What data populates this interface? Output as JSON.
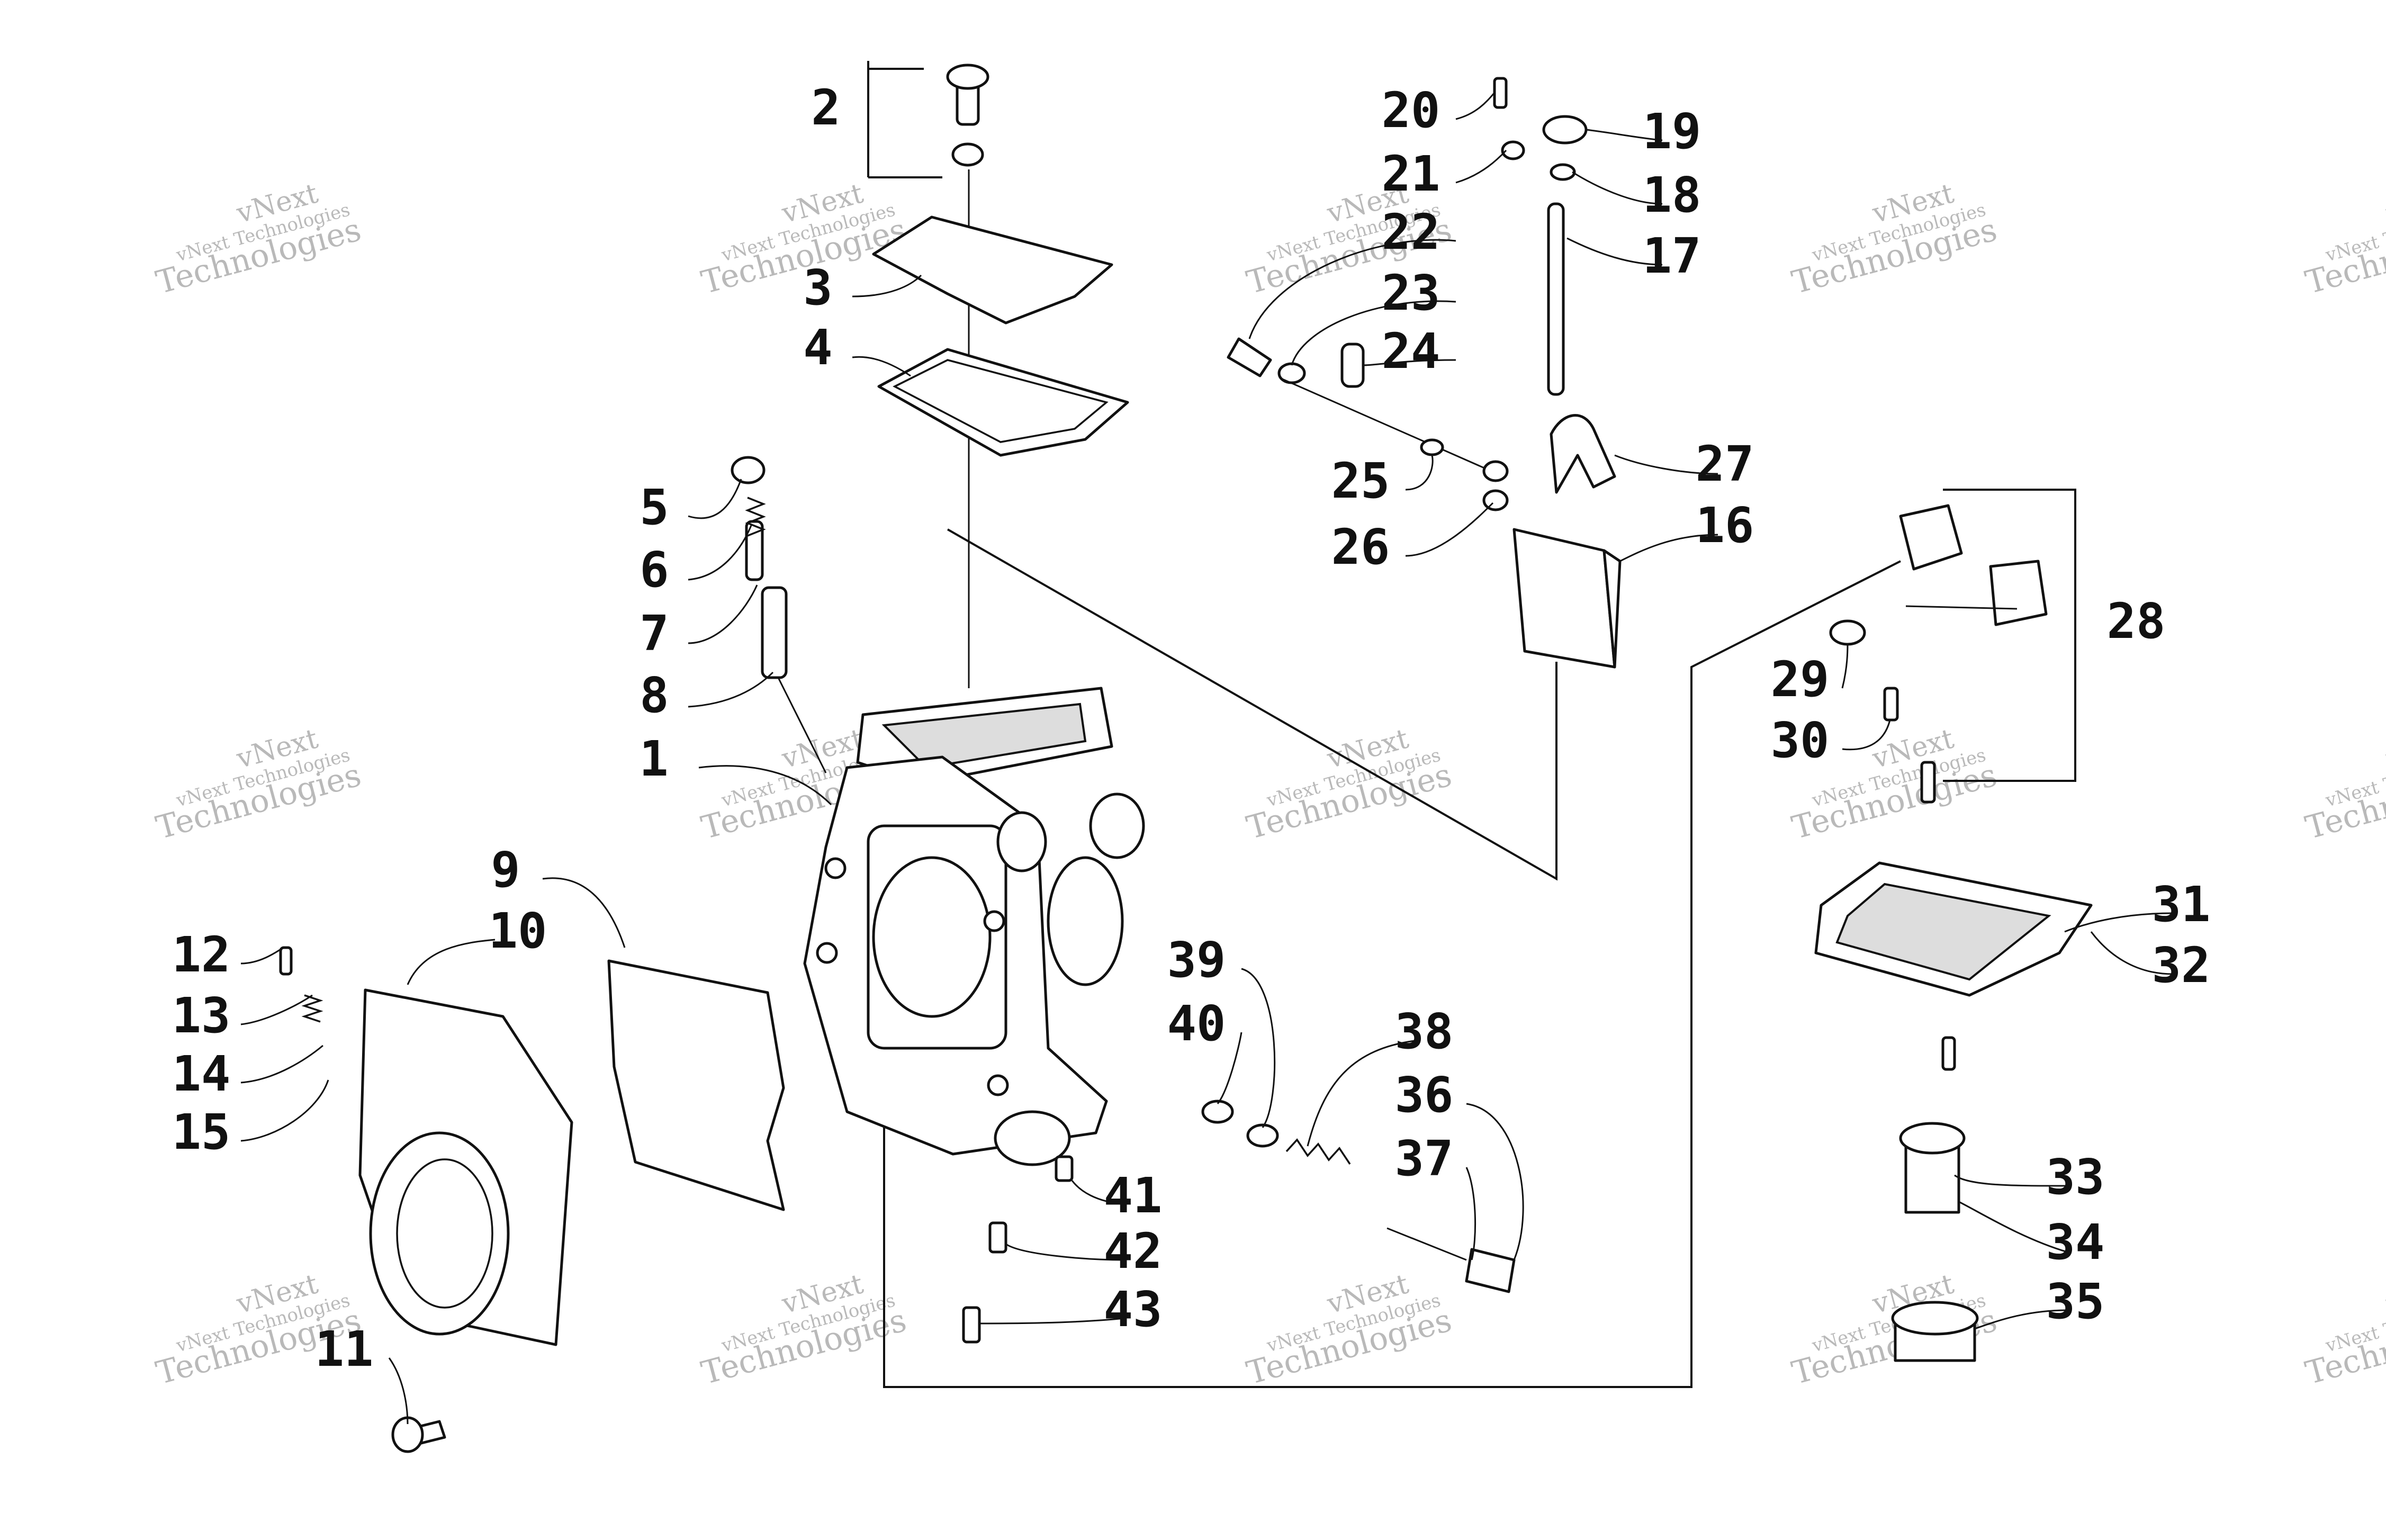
{
  "diagram": {
    "callouts": [
      "1",
      "2",
      "3",
      "4",
      "5",
      "6",
      "7",
      "8",
      "9",
      "10",
      "11",
      "12",
      "13",
      "14",
      "15",
      "16",
      "17",
      "18",
      "19",
      "20",
      "21",
      "22",
      "23",
      "24",
      "25",
      "26",
      "27",
      "28",
      "29",
      "30",
      "31",
      "32",
      "33",
      "34",
      "35",
      "36",
      "37",
      "38",
      "39",
      "40",
      "41",
      "42",
      "43"
    ],
    "watermark": {
      "line1": "vNext",
      "line2": "vNext Technologies",
      "line3": "Technologies"
    }
  }
}
